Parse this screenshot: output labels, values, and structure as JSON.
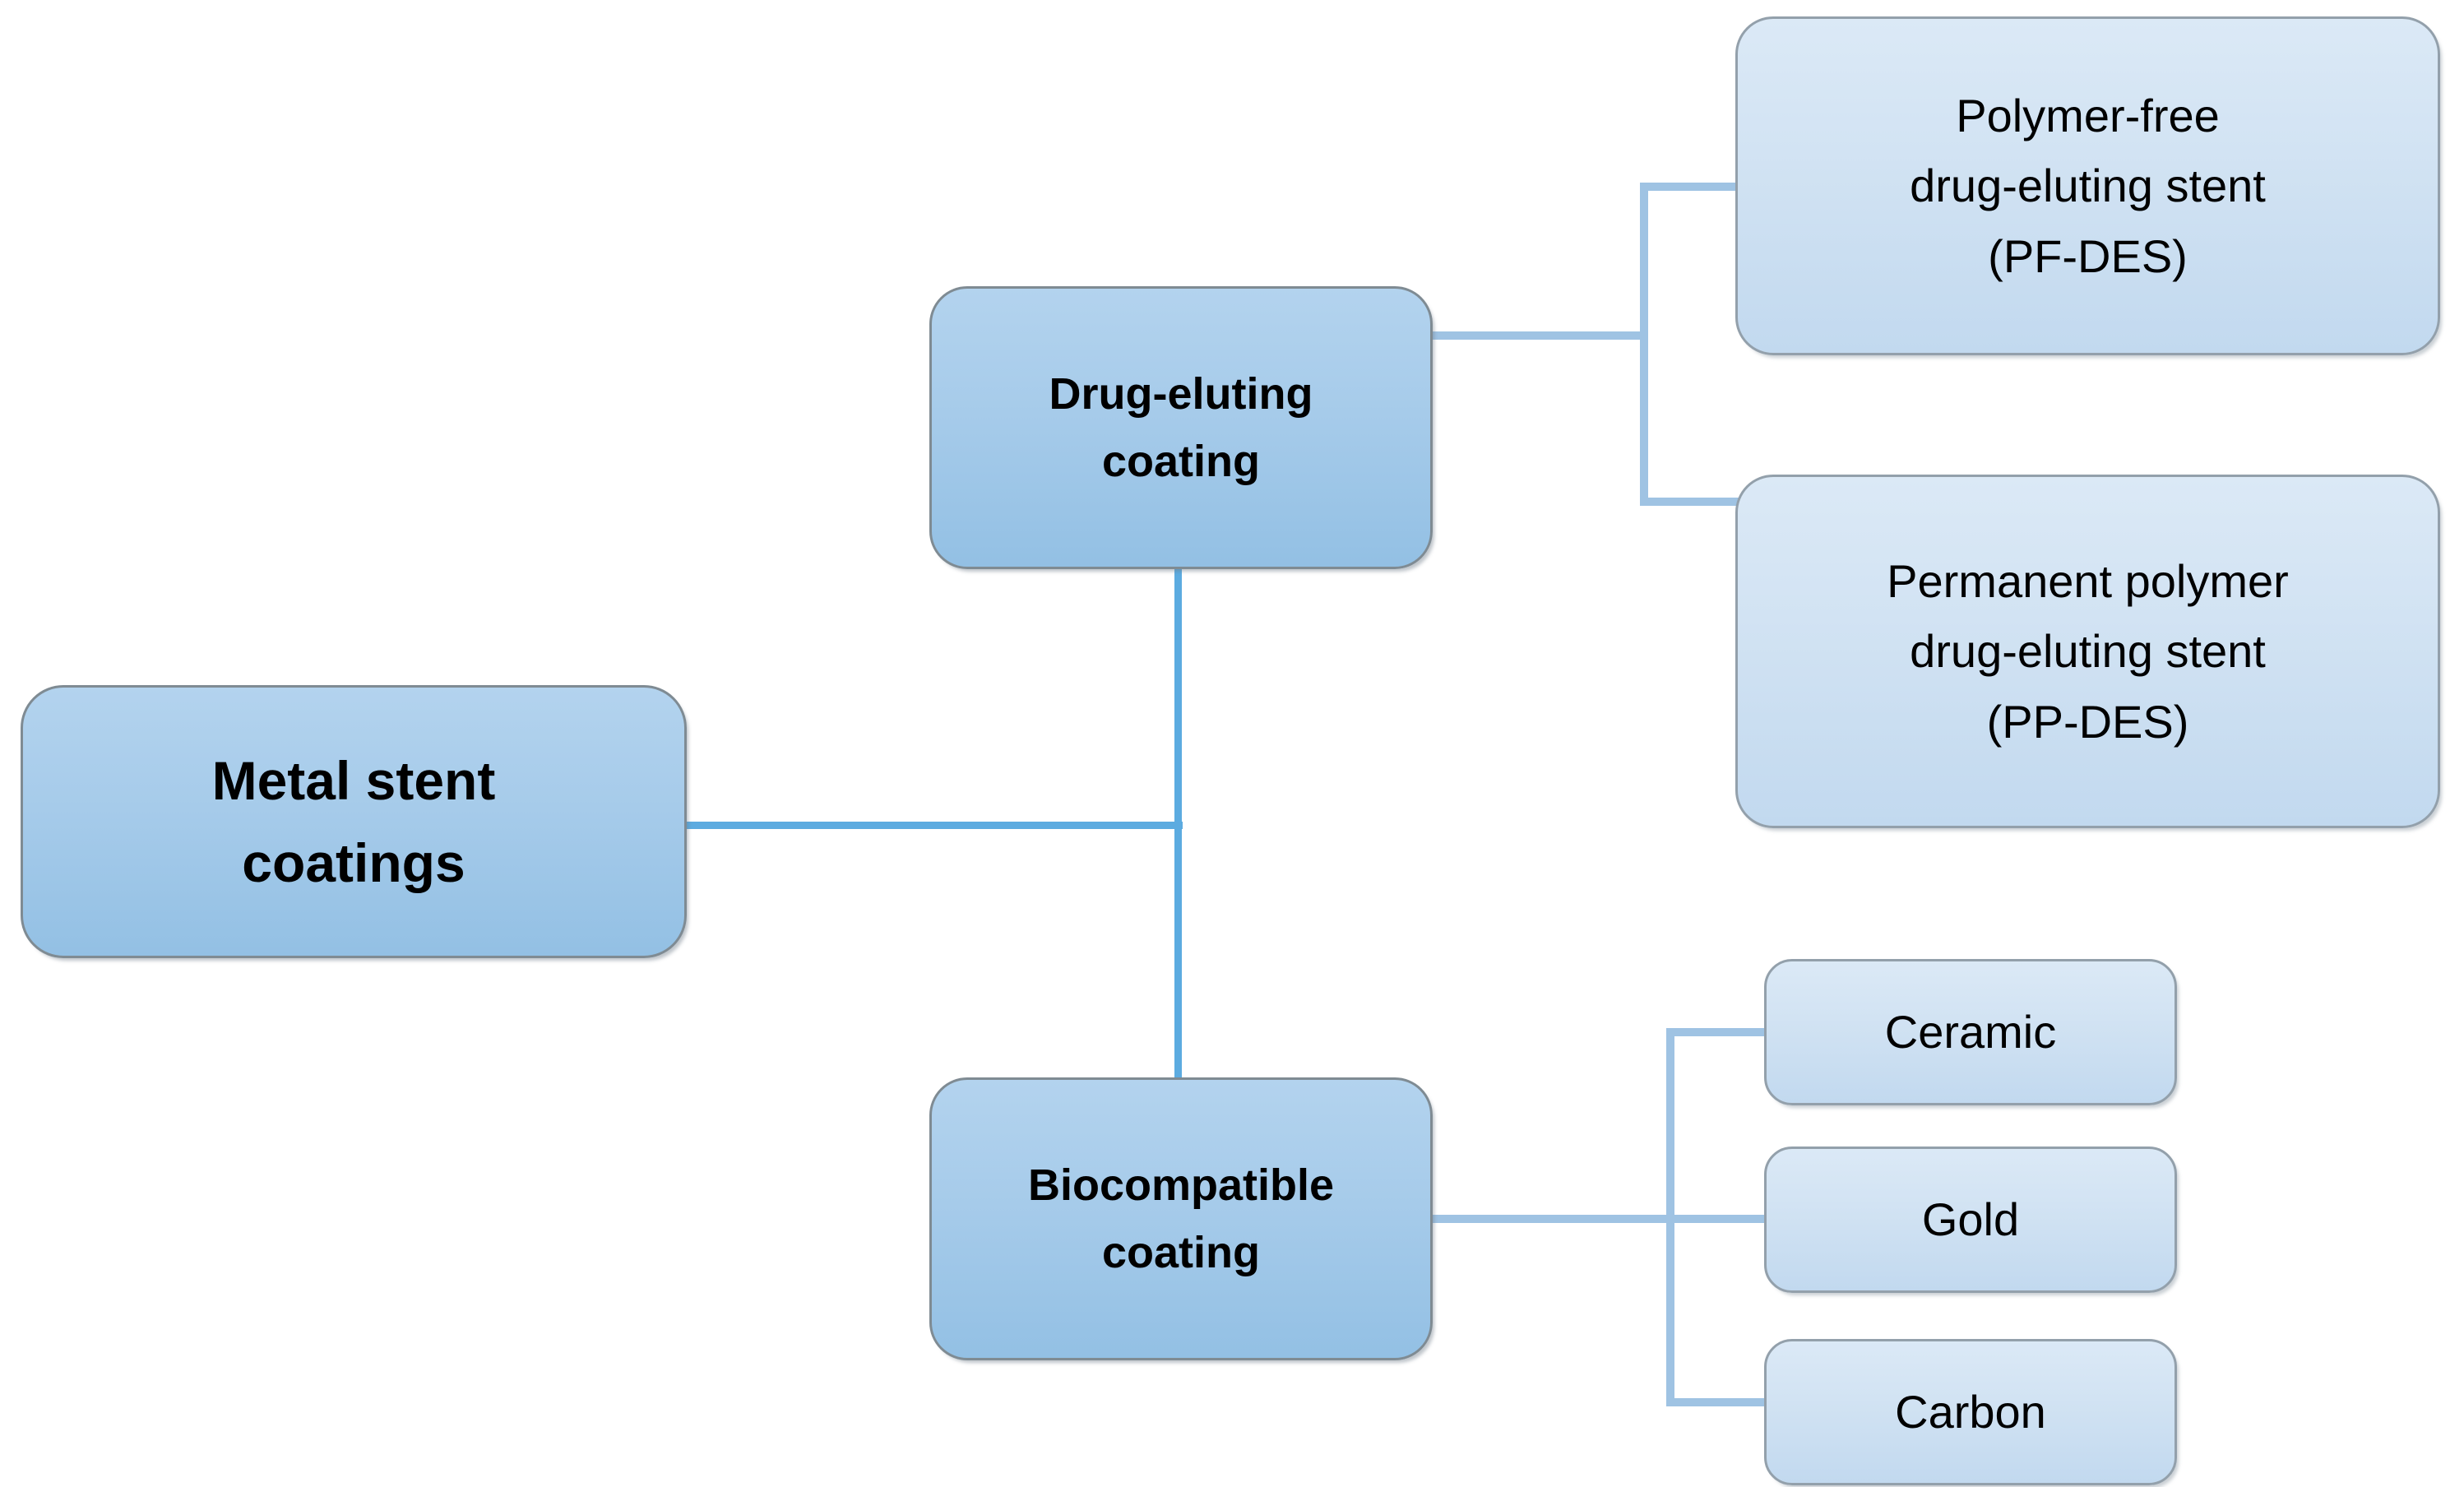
{
  "diagram": {
    "title": "Metal stent coatings",
    "type": "hierarchy-tree",
    "orientation": "left-to-right",
    "colors": {
      "primary_box_fill_top": "#b3d3ee",
      "primary_box_fill_bottom": "#93c0e4",
      "leaf_box_fill_top": "#dbe9f6",
      "leaf_box_fill_bottom": "#c2d9ef",
      "primary_box_border": "#7f8b93",
      "leaf_box_border": "#93a0ab",
      "main_connector": "#5cabe0",
      "branch_connector": "#9fc3e3",
      "text": "#000000",
      "background": "#ffffff"
    },
    "nodes": {
      "root": {
        "lines": [
          "Metal stent",
          "coatings"
        ]
      },
      "drug_eluting": {
        "lines": [
          "Drug-eluting",
          "coating"
        ]
      },
      "biocompatible": {
        "lines": [
          "Biocompatible",
          "coating"
        ]
      },
      "pf_des": {
        "lines": [
          "Polymer-free",
          "drug-eluting stent",
          "(PF-DES)"
        ]
      },
      "pp_des": {
        "lines": [
          "Permanent polymer",
          "drug-eluting stent",
          "(PP-DES)"
        ]
      },
      "ceramic": {
        "lines": [
          "Ceramic"
        ]
      },
      "gold": {
        "lines": [
          "Gold"
        ]
      },
      "carbon": {
        "lines": [
          "Carbon"
        ]
      }
    }
  }
}
